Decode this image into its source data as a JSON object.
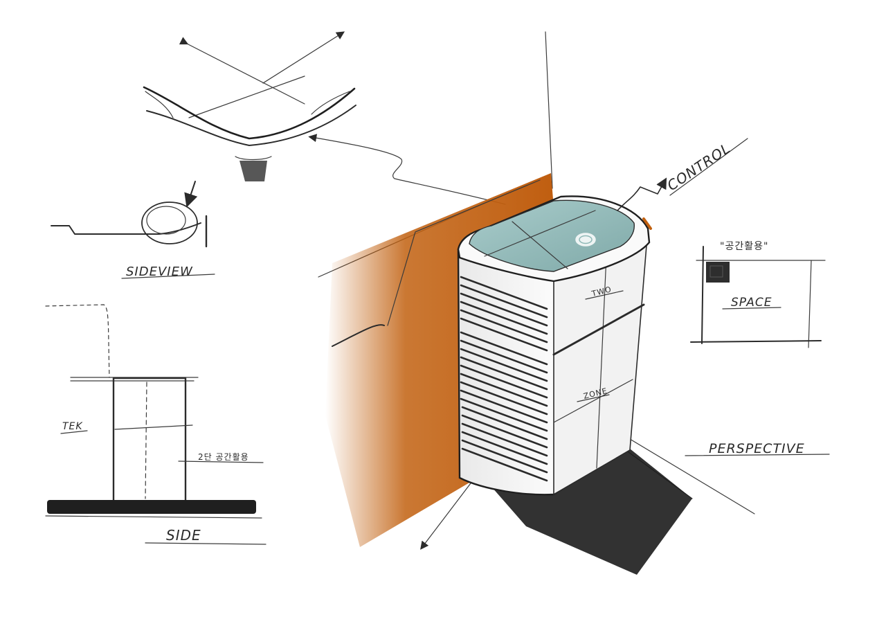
{
  "sketch": {
    "labels": {
      "sideview": "SIDEVIEW",
      "side": "SIDE",
      "control": "CONTROL",
      "space": "SPACE",
      "space_note": "\"공간활용\"",
      "perspective": "PERSPECTIVE",
      "side_note_left": "TEK",
      "side_note_right": "2단 공간활용",
      "body_mark_upper": "TWO",
      "body_mark_lower": "ZONE"
    },
    "colors": {
      "background": "#ffffff",
      "ink": "#2b2b2b",
      "orange_wall": "#c1600f",
      "lid_glass": "#8fb9b7",
      "body_white": "#f6f6f6",
      "shadow": "#1c1c1c"
    },
    "icons": {
      "arrow": "arrow-icon",
      "power_button": "power-button-icon"
    }
  }
}
